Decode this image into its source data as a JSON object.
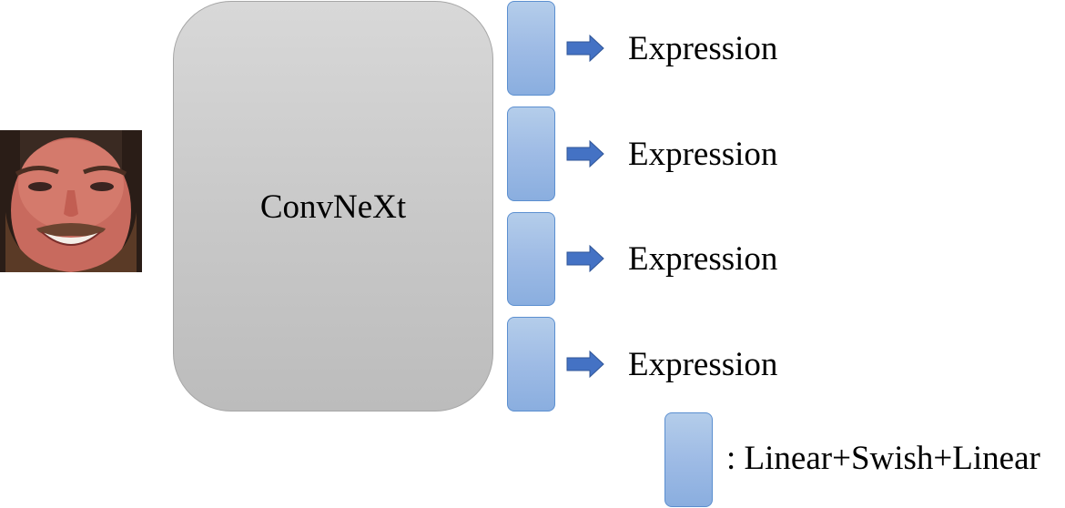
{
  "colors": {
    "backbone_fill": "#c9c9c9",
    "head_fill": "#9ebbe5",
    "head_border": "#5b8fd0",
    "arrow_fill": "#4472c4"
  },
  "face_image": {
    "icon": "face-photo-icon"
  },
  "backbone": {
    "label": "ConvNeXt"
  },
  "heads": [
    {
      "output_label": "Expression"
    },
    {
      "output_label": "Expression"
    },
    {
      "output_label": "Expression"
    },
    {
      "output_label": "Expression"
    }
  ],
  "legend": {
    "label": ": Linear+Swish+Linear"
  }
}
